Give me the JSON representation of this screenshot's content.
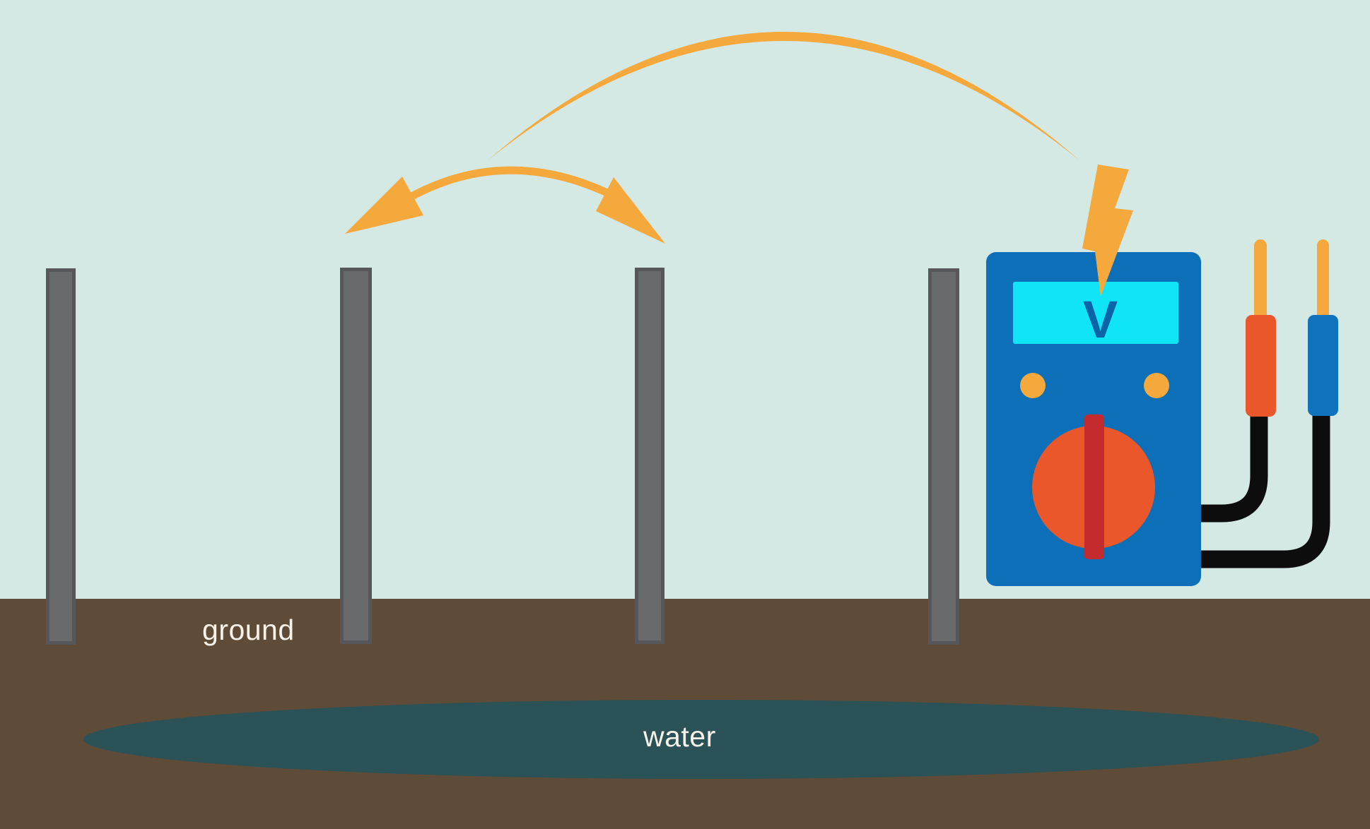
{
  "labels": {
    "ground": "ground",
    "water": "water",
    "meter_display": "V"
  },
  "icons": {
    "multimeter": "voltmeter-icon",
    "lightning": "lightning-bolt-icon",
    "rod_to_rod_arrow": "double-headed-arc-arrow-icon",
    "rod_to_meter_arrow": "tapered-arc-arrow-icon"
  },
  "colors": {
    "sky": "#D5E9E4",
    "soil": "#5F4C38",
    "water": "#2A5257",
    "rod_fill": "#696A6C",
    "rod_border": "#56575A",
    "orange": "#F5A83C",
    "meter_blue": "#0C6FB7",
    "screen_cyan": "#0FE5F7",
    "display_blue": "#0A64A6",
    "dial_orange": "#E9572B",
    "dial_red": "#C32B2F",
    "probe_blue": "#1173BD",
    "cable": "#0D0D0D",
    "label": "#F7F2E9"
  }
}
